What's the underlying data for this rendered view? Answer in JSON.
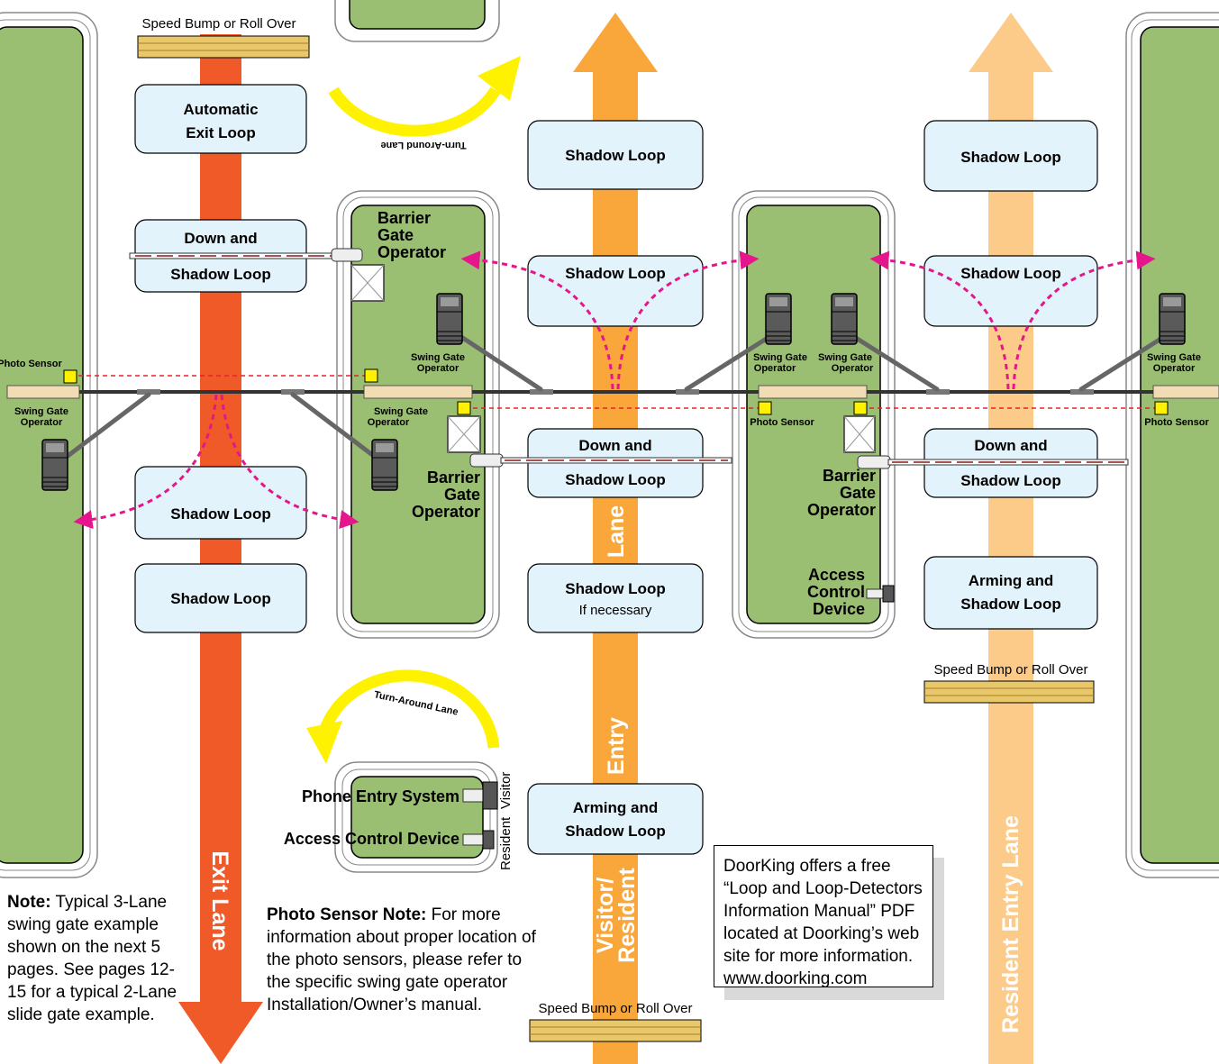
{
  "colors": {
    "island": "#9bbf72",
    "exit_lane": "#f05a28",
    "entry_lane": "#f9a63a",
    "resident_lane": "#fccb8a",
    "loop_fill": "#e3f3fb",
    "turn_arrow": "#fff200",
    "photo_beam": "#e8202a",
    "swing_path": "#e5168b",
    "photo_sensor": "#fff200",
    "speed_bump": "#e8c86a"
  },
  "loops": {
    "automatic_exit": {
      "line1": "Automatic",
      "line2": "Exit Loop"
    },
    "exit_down_shadow": {
      "line1": "Down and",
      "line2": "Shadow Loop"
    },
    "exit_shadow_mid": "Shadow Loop",
    "exit_shadow_low": "Shadow Loop",
    "visitor_shadow_top": "Shadow Loop",
    "visitor_shadow_swing": "Shadow Loop",
    "visitor_down_shadow": {
      "line1": "Down and",
      "line2": "Shadow Loop"
    },
    "visitor_shadow_optional": {
      "line1": "Shadow Loop",
      "line2": "If necessary"
    },
    "visitor_arming": {
      "line1": "Arming and",
      "line2": "Shadow Loop"
    },
    "resident_shadow_top": "Shadow Loop",
    "resident_shadow_swing": "Shadow Loop",
    "resident_down_shadow": {
      "line1": "Down and",
      "line2": "Shadow Loop"
    },
    "resident_arming": {
      "line1": "Arming and",
      "line2": "Shadow Loop"
    }
  },
  "labels": {
    "speed_bump": "Speed Bump or Roll Over",
    "photo_sensor": "Photo Sensor",
    "swing_gate_line1": "Swing Gate",
    "swing_gate_line2": "Operator",
    "barrier_line1": "Barrier",
    "barrier_line2": "Gate",
    "barrier_line3": "Operator",
    "access_line1": "Access",
    "access_line2": "Control",
    "access_line3": "Device",
    "turn_around": "Turn-Around Lane",
    "phone_entry": "Phone Entry System",
    "access_control_device": "Access Control Device",
    "resident_small": "Resident",
    "visitor_small": "Visitor"
  },
  "lanes": {
    "exit": "Exit Lane",
    "entry": "Entry",
    "lane": "Lane",
    "visitor": "Visitor/",
    "resident": "Resident",
    "resident_entry": "Resident Entry Lane"
  },
  "notes": {
    "left_bold": "Note:",
    "left_text": "Typical 3-Lane swing gate example shown on the next 5 pages. See pages 12-15 for a typical 2-Lane slide gate example.",
    "photo_bold": "Photo Sensor Note:",
    "photo_text": "For more information about proper location of the photo sensors, please refer to the specific swing gate operator Installation/Owner’s manual.",
    "doorking": "DoorKing offers a free “Loop and Loop-Detectors Information Manual” PDF located at Doorking’s web site for more information. www.doorking.com"
  }
}
